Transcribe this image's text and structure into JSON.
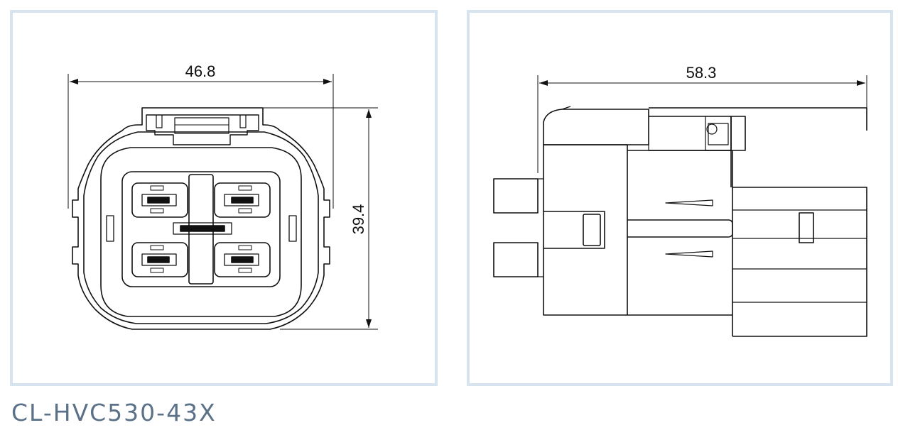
{
  "front_view": {
    "width_dim": "46.8",
    "height_dim": "39.4"
  },
  "side_view": {
    "length_dim": "58.3"
  },
  "part_number": "CL-HVC530-43X",
  "colors": {
    "panel_border": "#d7e3ef",
    "line": "#111111",
    "part_number": "#5b7188"
  }
}
